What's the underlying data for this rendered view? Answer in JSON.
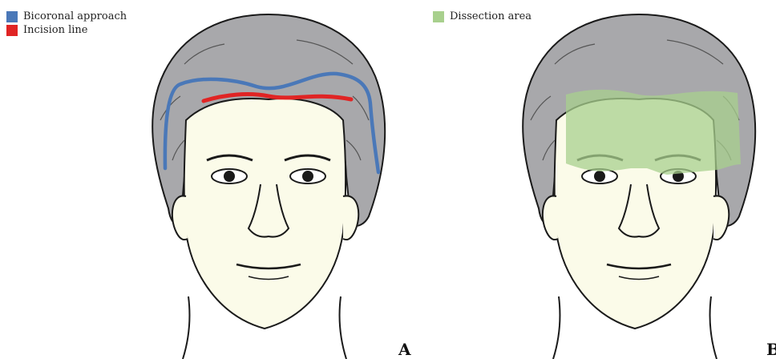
{
  "legend_a": [
    {
      "label": "Bicoronal approach",
      "color": "#4a78b8"
    },
    {
      "label": "Incision line",
      "color": "#e02424"
    }
  ],
  "legend_b": [
    {
      "label": "Dissection area",
      "color": "#a8d08d"
    }
  ],
  "panel_labels": {
    "a": "A",
    "b": "B"
  },
  "colors": {
    "hair": "#a8a8ab",
    "skin": "#fbfbe9",
    "outline": "#1a1a1a"
  }
}
